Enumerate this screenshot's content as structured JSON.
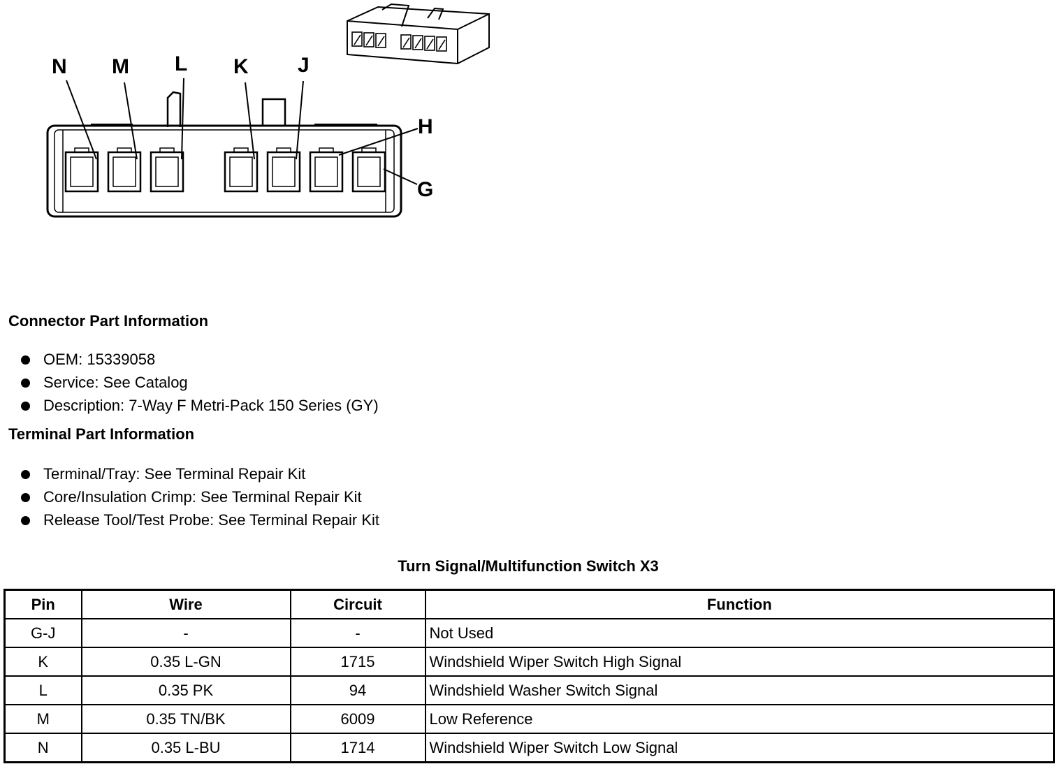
{
  "diagram": {
    "pin_labels": [
      "N",
      "M",
      "L",
      "K",
      "J",
      "H",
      "G"
    ]
  },
  "connector_info": {
    "heading": "Connector Part Information",
    "items": [
      "OEM: 15339058",
      "Service: See Catalog",
      "Description: 7-Way F Metri-Pack 150 Series (GY)"
    ]
  },
  "terminal_info": {
    "heading": "Terminal Part Information",
    "items": [
      "Terminal/Tray: See Terminal Repair Kit",
      "Core/Insulation Crimp: See Terminal Repair Kit",
      "Release Tool/Test Probe: See Terminal Repair Kit"
    ]
  },
  "pin_table": {
    "title": "Turn Signal/Multifunction Switch X3",
    "headers": [
      "Pin",
      "Wire",
      "Circuit",
      "Function"
    ],
    "rows": [
      [
        "G-J",
        "-",
        "-",
        "Not Used"
      ],
      [
        "K",
        "0.35 L-GN",
        "1715",
        "Windshield Wiper Switch High Signal"
      ],
      [
        "L",
        "0.35 PK",
        "94",
        "Windshield Washer Switch Signal"
      ],
      [
        "M",
        "0.35 TN/BK",
        "6009",
        "Low Reference"
      ],
      [
        "N",
        "0.35 L-BU",
        "1714",
        "Windshield Wiper Switch Low Signal"
      ]
    ]
  }
}
